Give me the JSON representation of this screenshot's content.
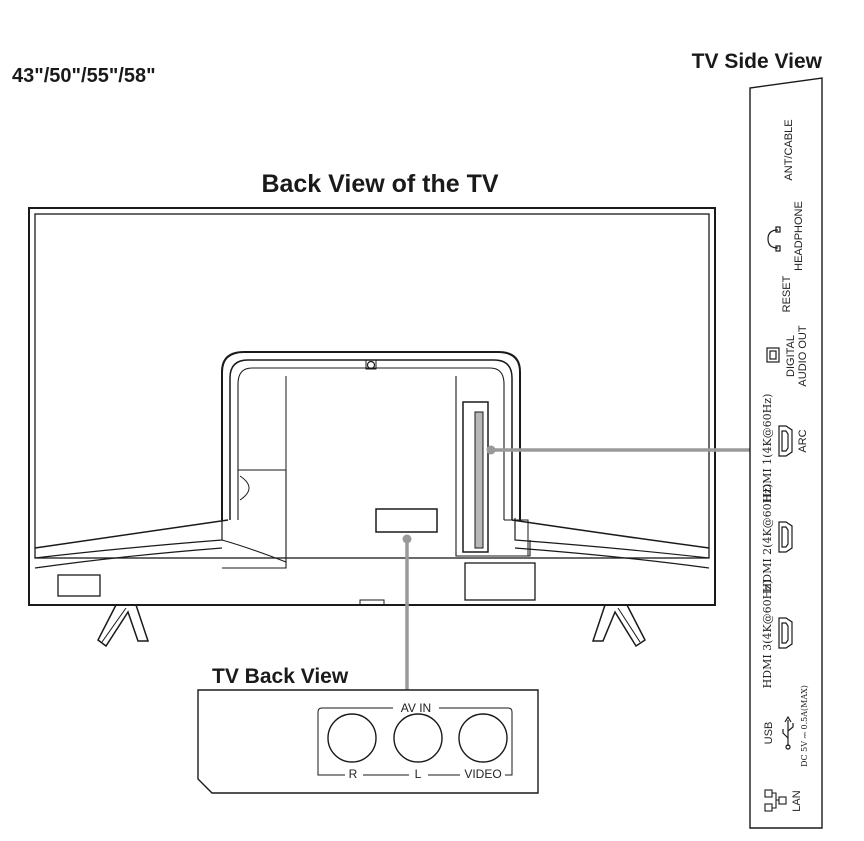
{
  "sizes_label": "43\"/50\"/55\"/58\"",
  "back_view_title": "Back View of the TV",
  "side_view_title": "TV Side View",
  "back_panel_title": "TV Back View",
  "av_in": {
    "label": "AV IN",
    "jacks": [
      "R",
      "L",
      "VIDEO"
    ]
  },
  "side_ports": [
    {
      "label": "ANT/CABLE",
      "icon": "coax-connector-icon"
    },
    {
      "label": "HEADPHONE",
      "icon": "headphone-icon"
    },
    {
      "label": "RESET",
      "icon": ""
    },
    {
      "label": "DIGITAL AUDIO OUT",
      "line1": "DIGITAL",
      "line2": "AUDIO OUT",
      "icon": "optical-port-icon"
    },
    {
      "label": "HDMI 1(4K@60Hz) ARC",
      "line1": "HDMI 1(4K@60Hz)",
      "line2": "ARC",
      "icon": "hdmi-port-icon"
    },
    {
      "label": "HDMI 2(4K@60Hz)",
      "icon": "hdmi-port-icon"
    },
    {
      "label": "HDMI 3(4K@60Hz)",
      "icon": "hdmi-port-icon"
    },
    {
      "label": "USB",
      "note": "DC 5V ⎓ 0.5A(MAX)",
      "icon": "usb-icon"
    },
    {
      "label": "LAN",
      "icon": "lan-network-icon"
    }
  ]
}
